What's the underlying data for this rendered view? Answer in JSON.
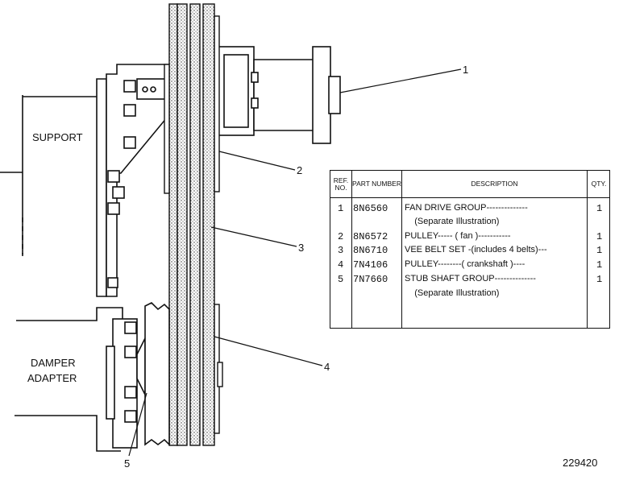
{
  "diagram": {
    "labels": {
      "support": "SUPPORT",
      "damper_line1": "DAMPER",
      "damper_line2": "ADAPTER"
    },
    "callouts": [
      "1",
      "2",
      "3",
      "4",
      "5"
    ],
    "drawing_number": "229420"
  },
  "table": {
    "headers": {
      "ref": "REF. NO.",
      "part": "PART NUMBER",
      "desc": "DESCRIPTION",
      "qty": "QTY."
    },
    "rows": [
      {
        "ref": "1",
        "part": "8N6560",
        "desc": "FAN DRIVE GROUP--------------",
        "qty": "1"
      },
      {
        "ref": "",
        "part": "",
        "desc": "    (Separate Illustration)",
        "qty": ""
      },
      {
        "ref": "2",
        "part": "8N6572",
        "desc": "PULLEY----- ( fan )-----------",
        "qty": "1"
      },
      {
        "ref": "3",
        "part": "8N6710",
        "desc": "VEE BELT SET -(includes 4 belts)---",
        "qty": "1"
      },
      {
        "ref": "4",
        "part": "7N4106",
        "desc": "PULLEY--------( crankshaft )----",
        "qty": "1"
      },
      {
        "ref": "5",
        "part": "7N7660",
        "desc": "STUB SHAFT GROUP--------------",
        "qty": "1"
      },
      {
        "ref": "",
        "part": "",
        "desc": "    (Separate Illustration)",
        "qty": ""
      }
    ]
  }
}
